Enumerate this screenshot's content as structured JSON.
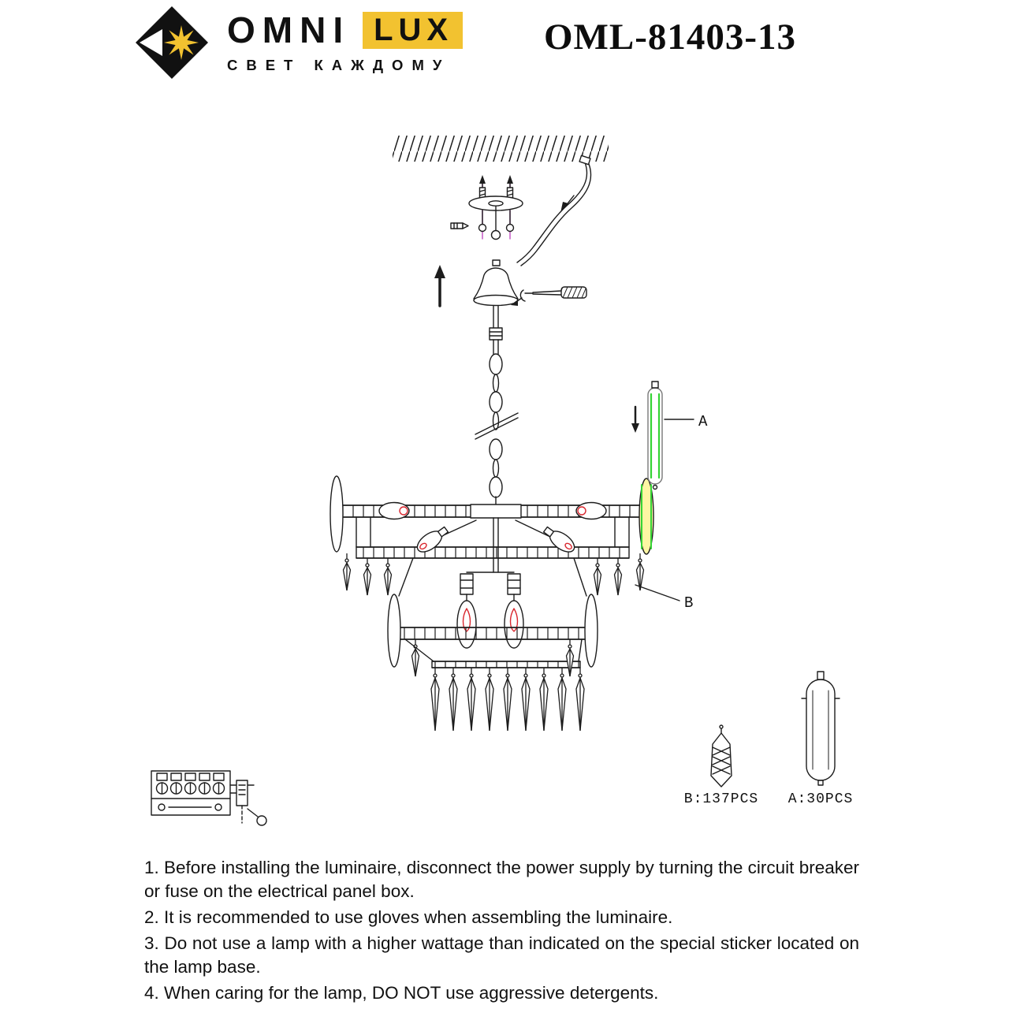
{
  "header": {
    "brand": {
      "omni": "OMNI",
      "lux": "LUX",
      "tagline": "СВЕТ КАЖДОМУ"
    },
    "model": "OML-81403-13"
  },
  "diagram": {
    "label_a": "A",
    "label_b": "B",
    "part_b_label": "B:137PCS",
    "part_a_label": "A:30PCS"
  },
  "instructions": [
    "1. Before installing the luminaire, disconnect the power supply by turning the circuit breaker or fuse on the electrical panel box.",
    "2. It is recommended to use gloves when assembling the luminaire.",
    "3. Do not use a lamp with a higher wattage than indicated on the special sticker located on the lamp base.",
    "4. When caring for the lamp, DO NOT use aggressive detergents."
  ],
  "colors": {
    "brand_yellow": "#f2c230",
    "flame_red": "#d9262e",
    "highlight_green": "#35d435",
    "fastener_magenta": "#c24ec2",
    "line_black": "#1c1c1c"
  }
}
